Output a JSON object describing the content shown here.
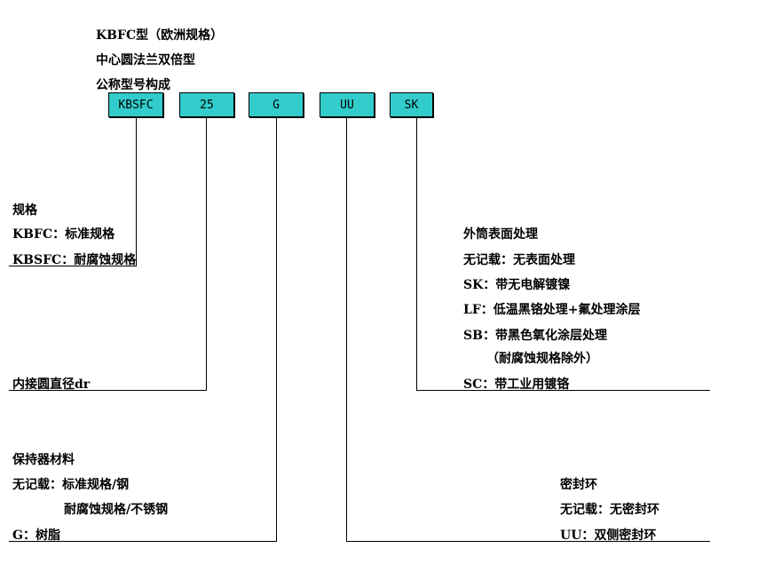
{
  "header": {
    "line1": "KBFC型（欧洲规格）",
    "line2": "中心圆法兰双倍型",
    "line3": "公称型号构成"
  },
  "code_boxes": [
    "KBSFC",
    "25",
    "G",
    "UU",
    "SK"
  ],
  "spec": {
    "title": "规格",
    "item1": "KBFC：标准规格",
    "item2": "KBSFC：耐腐蚀规格"
  },
  "diameter": {
    "label": "内接圆直径dr"
  },
  "retainer": {
    "title": "保持器材料",
    "item1": "无记载：标准规格/钢",
    "item2": "耐腐蚀规格/不锈钢",
    "item3": "G：树脂"
  },
  "surface": {
    "title": "外筒表面处理",
    "item1": "无记载：无表面处理",
    "item2": "SK：带无电解镀镍",
    "item3": "LF：低温黑铬处理+氟处理涂层",
    "item4": "SB：带黑色氧化涂层处理",
    "item5": "（耐腐蚀规格除外）",
    "item6": "SC：带工业用镀铬"
  },
  "seal": {
    "title": "密封环",
    "item1": "无记载：无密封环",
    "item2": "UU：双侧密封环"
  },
  "colors": {
    "box_fill": "#33cccc",
    "line": "#000000",
    "background": "#ffffff"
  }
}
